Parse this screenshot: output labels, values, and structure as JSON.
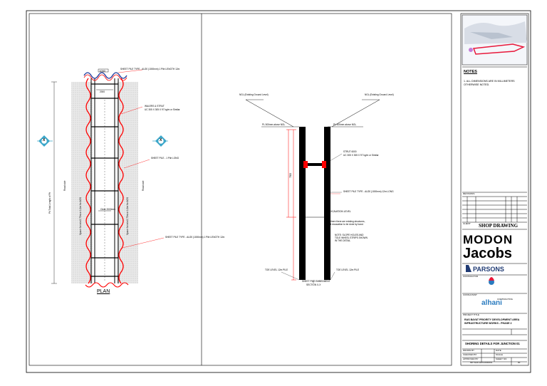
{
  "plan": {
    "title": "PLAN",
    "sheet_pile_top": "SHEET PILE TYPE - AU20 (1000mm) 1 Pile LENGTH 12m",
    "waler_strut": "WALERS & STRUT",
    "waler_strut_2": "UC 305 X 305 X 97 kg/m or Similar",
    "sheet_pile_mid": "SHEET PILE - 1 Pile LONG",
    "sheet_pile_bottom": "SHEET PILE TYPE - AU20 (1000mm) 1 Pile LENGTH 12m",
    "dim_top": "1050",
    "dim_inner": "2000",
    "dim_clear": "Clear 2000mm",
    "total_length": "Pit Total Length of Pit",
    "side_left": "Road side",
    "side_right": "Road side",
    "space_left": "Space for min 0.75m or 1.2m for AGS",
    "space_right": "Space for min 0.75m or 1.2m for AGS",
    "section_marker": "X"
  },
  "section": {
    "ngl_left": "NGL (Existing Ground Level)",
    "ngl_right": "NGL (Existing Ground Level)",
    "top_left": "PL 500mm above NGL",
    "top_right": "PL 500mm above NGL",
    "strut": "STRUT 6000",
    "strut_2": "UC 305 X 305 X 97 kg/m or Similar",
    "sheet_pile": "SHEET PILE TYPE - AU20 (1000mm) 12m LONG",
    "excavation": "EXCAVATION LEVEL",
    "remarks": "Where there are existing structures, all excavation to be done by hand.",
    "note2": "NOTE: SLOPE HOLES AND TOLE WHEEL STRIPS SHOWN IN THE DETAIL",
    "toe_left": "TOE LEVEL 12m PILE",
    "toe_right": "TOE LEVEL 12m PILE",
    "embedment": "SHEET PILE EMBEDMENT",
    "section_label": "SECTION X-X",
    "depth": "7500"
  },
  "notes": {
    "heading": "NOTES",
    "item1": "1.  ALL DIMENSIONS ARE IN MILLIMETERS OTHERWISE NOTED."
  },
  "titleblock": {
    "shop_drawing": "SHOP DRAWING",
    "modon": "MODON",
    "jacobs": "Jacobs",
    "parsons": "PARSONS",
    "alhani": "alhani",
    "alhani_sub": "CONTRACTING",
    "project": "RAS BAYAT PRIORITY DEVELOPMENT AREA INFRASTRUCTURE WORKS - PHASE 2",
    "drawing_title": "SHORING DETAILS FOR JUNCTION 01",
    "drawing_no": "MP-SHD-HWI-0000001",
    "rev": "00",
    "consultant_label": "CONSULTANT",
    "contractor_label": "CONTRACTOR",
    "client_label": "CLIENT",
    "project_label": "PROJECT TITLE",
    "revision_label": "REVISIONS",
    "drawn": "DRAWN BY",
    "checked": "CHECKED BY",
    "approved": "APPROVED BY",
    "date": "DATE",
    "scale": "SCALE",
    "sheet": "SHEET NO."
  },
  "colors": {
    "line": "#000000",
    "sheet_pile": "#ff0000",
    "hatch": "#dcdcdc",
    "marker": "#3aa6c9",
    "parsons": "#1f3a73",
    "alhani": "#2a7bbf"
  }
}
